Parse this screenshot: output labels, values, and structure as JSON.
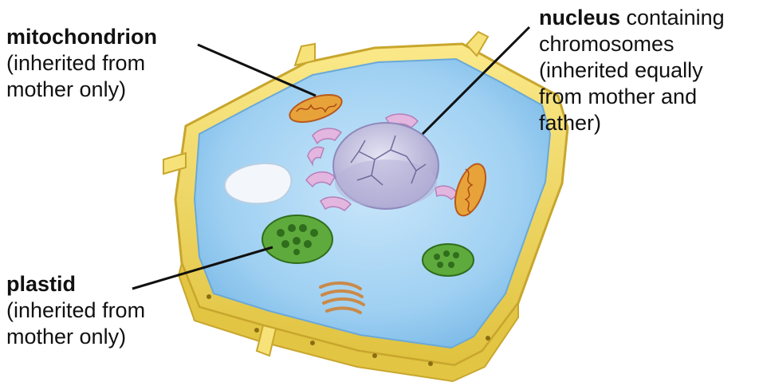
{
  "labels": {
    "mitochondrion": {
      "name": "mitochondrion",
      "lines": [
        "(inherited from",
        "mother only)"
      ]
    },
    "nucleus": {
      "name": "nucleus",
      "name_suffix": " containing",
      "lines": [
        "chromosomes",
        "(inherited equally",
        "from mother and",
        "father)"
      ]
    },
    "plastid": {
      "name": "plastid",
      "lines": [
        "(inherited from",
        "mother only)"
      ]
    }
  },
  "colors": {
    "cell_wall": "#f3dc5c",
    "cell_wall_dark": "#d9b93a",
    "cytoplasm": "#9fd0f2",
    "nucleus": "#c9c6e2",
    "mitochondrion": "#e8a23a",
    "plastid": "#5faa3c",
    "golgi": "#c98a4a",
    "vacuole": "#f2f6fb",
    "er": "#d8a8d6",
    "leader_line": "#111111"
  }
}
